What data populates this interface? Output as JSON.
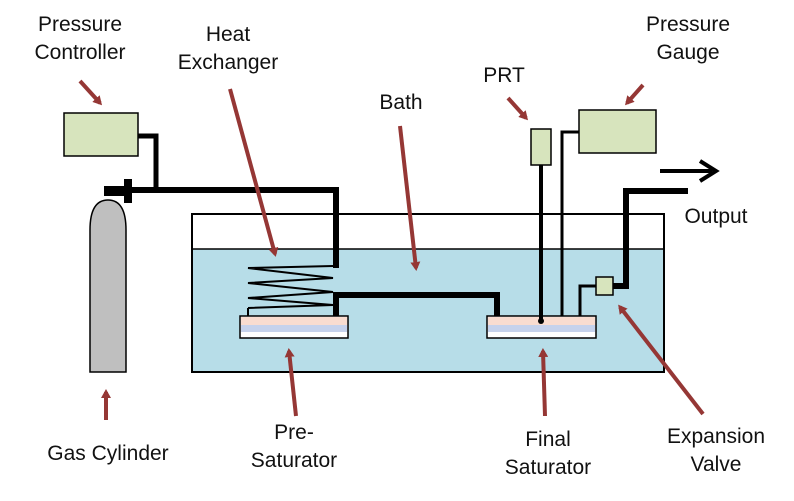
{
  "labels": {
    "pressure_controller": [
      "Pressure",
      "Controller"
    ],
    "heat_exchanger": [
      "Heat",
      "Exchanger"
    ],
    "pressure_gauge": [
      "Pressure",
      "Gauge"
    ],
    "prt": "PRT",
    "bath": "Bath",
    "output": "Output",
    "gas_cylinder": "Gas Cylinder",
    "pre_saturator": [
      "Pre-",
      "Saturator"
    ],
    "final_saturator": [
      "Final",
      "Saturator"
    ],
    "expansion_valve": [
      "Expansion",
      "Valve"
    ]
  },
  "colors": {
    "water": "#b7dde8",
    "instrument_box": "#d7e4bd",
    "cylinder": "#bfbfbf",
    "arrow": "#953735",
    "pipe": "#000000",
    "saturator_top": "#f9dcd0",
    "saturator_base": "#c6d2ec"
  }
}
